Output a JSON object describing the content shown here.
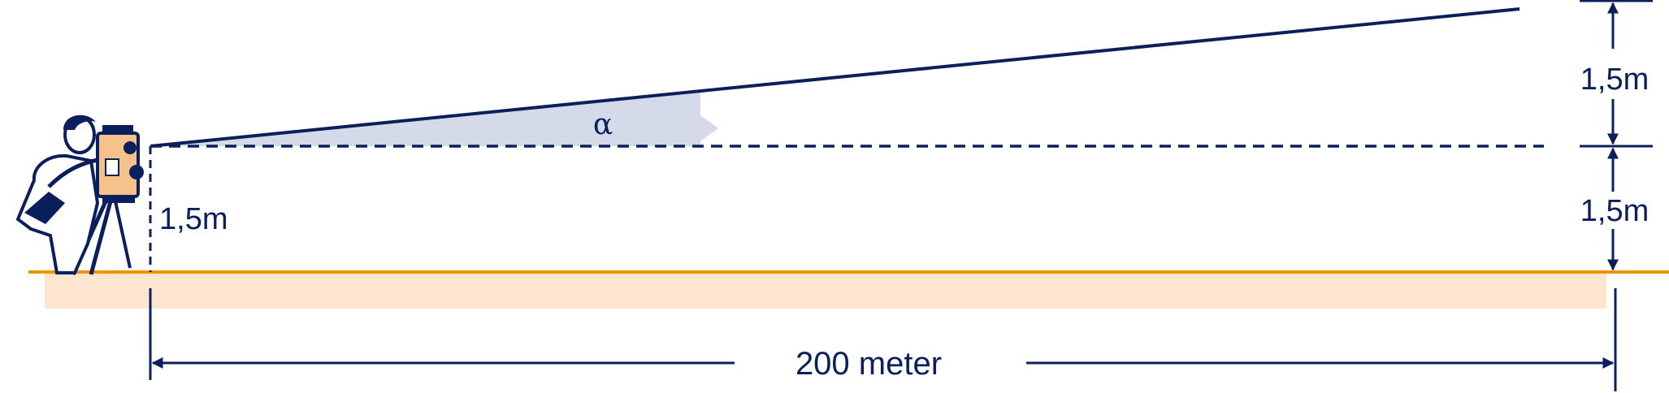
{
  "colors": {
    "navy": "#0b1f5c",
    "ground_line": "#f39200",
    "ground_fill": "#fde5cf",
    "angle_fill": "#d5dae8",
    "instrument": "#f6c18a"
  },
  "labels": {
    "angle": "α",
    "instrument_height": "1,5m",
    "right_upper_height": "1,5m",
    "right_lower_height": "1,5m",
    "distance": "200 meter"
  },
  "icons": {
    "surveyor": "surveyor-with-total-station-icon"
  }
}
